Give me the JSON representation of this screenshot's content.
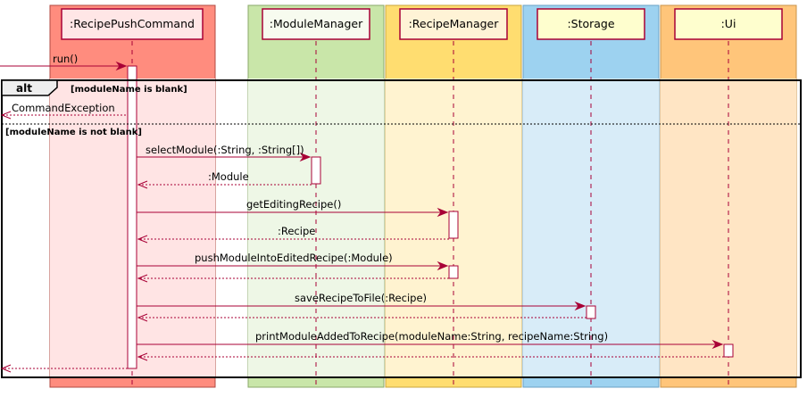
{
  "participants": [
    {
      "label": ":RecipePushCommand",
      "box_fill": "#FFE6E6",
      "box_stroke": "#A80036",
      "band": "#FF8C7E",
      "band_light": "#FFCFCC"
    },
    {
      "label": ":ModuleManager",
      "box_fill": "#F7FBEF",
      "box_stroke": "#A80036",
      "band": "#C9E6A9",
      "band_light": "#EBF5E0"
    },
    {
      "label": ":RecipeManager",
      "box_fill": "#FFF3D6",
      "box_stroke": "#A80036",
      "band": "#FFDD70",
      "band_light": "#FFF2CF"
    },
    {
      "label": ":Storage",
      "box_fill": "#FEFECE",
      "box_stroke": "#A80036",
      "band": "#9DD2F0",
      "band_light": "#D6EAF8"
    },
    {
      "label": ":Ui",
      "box_fill": "#FEFECE",
      "box_stroke": "#A80036",
      "band": "#FFC57A",
      "band_light": "#FFE4C2"
    }
  ],
  "alt_frame": {
    "keyword": "alt",
    "guard_1": "[moduleName is blank]",
    "guard_2": "[moduleName is not blank]"
  },
  "messages": {
    "run": "run()",
    "command_exception": "CommandException",
    "select_module": "selectModule(:String, :String[])",
    "module_return": ":Module",
    "get_editing_recipe": "getEditingRecipe()",
    "recipe_return": ":Recipe",
    "push_module": "pushModuleIntoEditedRecipe(:Module)",
    "save_recipe": "saveRecipeToFile(:Recipe)",
    "print_module_added": "printModuleAddedToRecipe(moduleName:String, recipeName:String)"
  },
  "colors": {
    "arrow": "#A80036",
    "lifeline": "#A80036",
    "frame": "#000000",
    "activation_fill": "#FFFFFF"
  }
}
